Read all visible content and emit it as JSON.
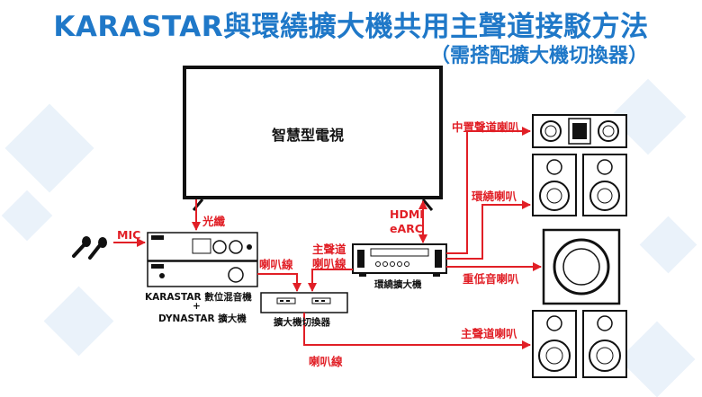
{
  "title": "KARASTAR與環繞擴大機共用主聲道接駁方法",
  "subtitle": "（需搭配擴大機切換器）",
  "tv": {
    "label": "智慧型電視"
  },
  "labels": {
    "mic": "MIC",
    "optical": "光纖",
    "hdmi": "HDMI",
    "earc": "eARC",
    "main_channel_line1": "主聲道",
    "main_channel_line2": "喇叭線",
    "speaker_wire_left": "喇叭線",
    "speaker_wire_bottom": "喇叭線",
    "karastar_line1": "KARASTAR 數位混音機",
    "karastar_plus": "+",
    "karastar_line2": "DYNASTAR 擴大機",
    "amp_switcher": "擴大機切換器",
    "surround_amp": "環繞擴大機",
    "center_speaker": "中置聲道喇叭",
    "surround_speaker": "環繞喇叭",
    "subwoofer": "重低音喇叭",
    "main_speaker": "主聲道喇叭"
  },
  "colors": {
    "accent": "#1f78c8",
    "wire": "#e11f26",
    "line": "#111111"
  }
}
